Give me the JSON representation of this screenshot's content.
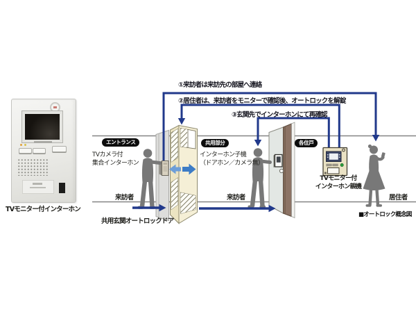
{
  "steps": {
    "s1": "①来訪者は来訪先の部屋へ連絡",
    "s2": "②居住者は、来訪者をモニターで確認後、オートロックを解錠",
    "s3": "③玄関先でインターホンにて再確認"
  },
  "photo": {
    "caption": "TVモニター付インターホン"
  },
  "entrance": {
    "badge": "エントランス",
    "device_label": "TVカメラ付\n集合インターホン",
    "person_label": "来訪者",
    "door_caption": "共用玄関オートロックドア"
  },
  "common_area": {
    "badge": "共用部分",
    "device_label": "インターホン子機\n（ドアホン／カメラ無）",
    "person_label": "来訪者"
  },
  "dwelling": {
    "badge": "各住戸",
    "device_label": "TVモニター付\nインターホン親機",
    "person_label": "居住者"
  },
  "footer": {
    "note": "■オートロック概念図"
  },
  "icons": {
    "slide_left_arrow": "◀",
    "slide_right_arrow": "▶",
    "flow_arrow": "→"
  },
  "colors": {
    "flow_line_navy": "#21398b",
    "slide_arrow_blue": "#3d7cc6",
    "slide_arrow_blue_light": "#6d9ed8",
    "door_cream": "#f1ead0",
    "door_brown": "#8c7365",
    "silhouette_gray": "#787878",
    "wall_line_gray": "#848484",
    "badge_black": "#0d0d0d"
  }
}
